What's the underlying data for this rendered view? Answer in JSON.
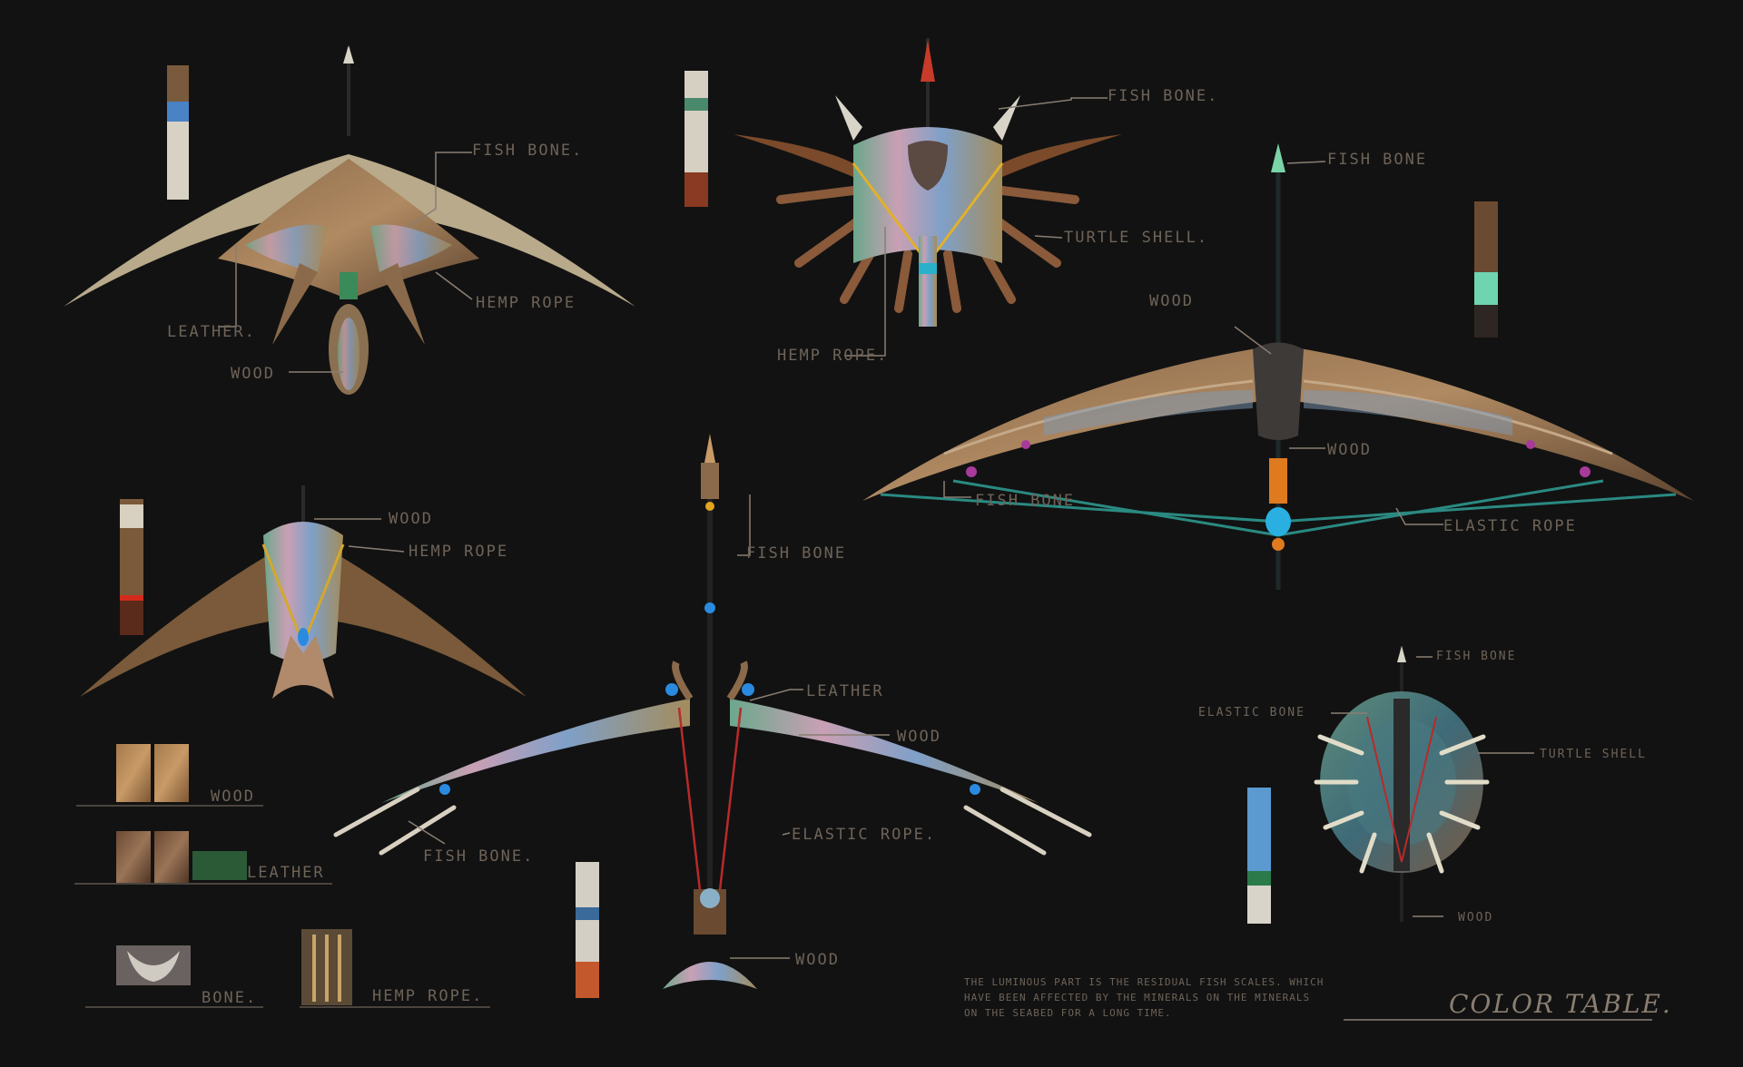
{
  "labels": {
    "b1_fish_bone": "FISH BONE.",
    "b1_leather": "LEATHER.",
    "b1_hemp_rope": "HEMP ROPE",
    "b1_wood": "WOOD",
    "b2_fish_bone": "FISH BONE.",
    "b2_turtle_shell": "TURTLE SHELL.",
    "b2_hemp_rope": "HEMP ROPE.",
    "b3_fish_bone_top": "FISH BONE",
    "b3_wood_top": "WOOD",
    "b3_wood_mid": "WOOD",
    "b3_fish_bone_left": "FISH BONE",
    "b3_elastic_rope": "ELASTIC ROPE",
    "b4_wood": "WOOD",
    "b4_hemp_rope": "HEMP ROPE",
    "b5_fish_bone": "FISH BONE",
    "b5_leather": "LEATHER",
    "b5_wood_mid": "WOOD",
    "b5_elastic_rope": "ELASTIC ROPE.",
    "b5_fish_bone_left": "FISH BONE.",
    "b5_wood_bottom": "WOOD",
    "b6_fish_bone": "FISH BONE",
    "b6_elastic_bone": "ELASTIC BONE",
    "b6_turtle_shell": "TURTLE SHELL",
    "b6_wood": "WOOD"
  },
  "materials": {
    "wood": "WOOD",
    "leather": "LEATHER",
    "bone": "BONE.",
    "hemp_rope": "HEMP ROPE."
  },
  "note": "THE LUMINOUS PART IS THE RESIDUAL FISH SCALES. WHICH HAVE BEEN AFFECTED BY THE MINERALS ON THE MINERALS ON THE SEABED FOR A LONG TIME.",
  "title": "COLOR TABLE.",
  "colors": {
    "background": "#121212",
    "label": "#6e6358",
    "leader_line": "#8a7e72"
  }
}
